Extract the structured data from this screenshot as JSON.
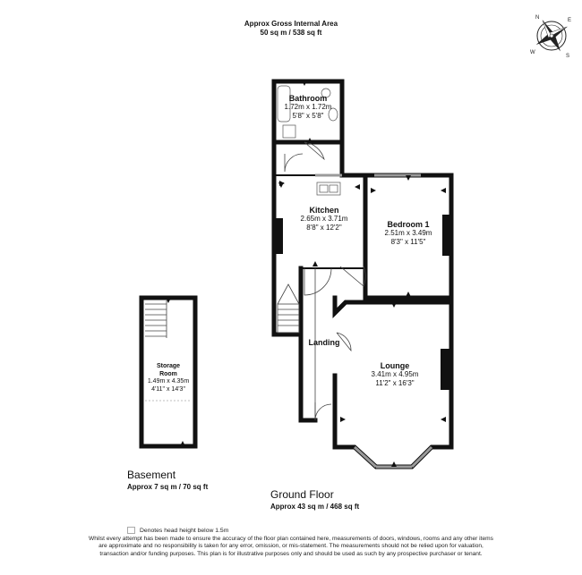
{
  "header": {
    "title": "Approx Gross Internal Area",
    "area": "50 sq m / 538 sq ft"
  },
  "compass": {
    "letters": [
      "N",
      "E",
      "S",
      "W"
    ],
    "icon": "compass-rose-icon"
  },
  "rooms": {
    "bathroom": {
      "name": "Bathroom",
      "metric": "1.72m x 1.72m",
      "imperial": "5'8\" x 5'8\""
    },
    "kitchen": {
      "name": "Kitchen",
      "metric": "2.65m x 3.71m",
      "imperial": "8'8\" x 12'2\""
    },
    "bedroom1": {
      "name": "Bedroom 1",
      "metric": "2.51m x 3.49m",
      "imperial": "8'3\" x 11'5\""
    },
    "landing": {
      "name": "Landing"
    },
    "lounge": {
      "name": "Lounge",
      "metric": "3.41m x 4.95m",
      "imperial": "11'2\" x 16'3\""
    },
    "storage": {
      "name_line1": "Storage",
      "name_line2": "Room",
      "metric": "1.49m x 4.35m",
      "imperial": "4'11\" x 14'3\""
    }
  },
  "floors": {
    "basement": {
      "name": "Basement",
      "area": "Approx 7 sq m / 70 sq ft"
    },
    "ground": {
      "name": "Ground Floor",
      "area": "Approx 43 sq m / 468 sq ft"
    }
  },
  "legend": {
    "text": "Denotes head height below 1.5m"
  },
  "disclaimer": "Whilst every attempt has been made to ensure the accuracy of the floor plan contained here, measurements of doors, windows, rooms and any other items are approximate and no responsibility is taken for any error, omission, or mis-statement. The measurements should not be relied upon for valuation, transaction and/or funding purposes. This plan is for illustrative purposes only and should be used as such by any prospective purchaser or tenant.",
  "colors": {
    "wall": "#111111",
    "line": "#444444",
    "window": "#9a9a9a"
  }
}
